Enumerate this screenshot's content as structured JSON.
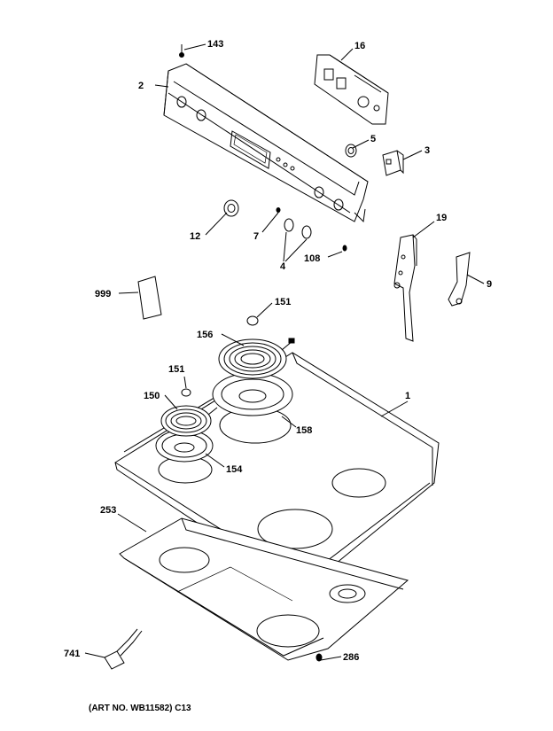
{
  "diagram": {
    "labels": {
      "p143": "143",
      "p16": "16",
      "p2": "2",
      "p5": "5",
      "p3": "3",
      "p12": "12",
      "p7": "7",
      "p4": "4",
      "p108": "108",
      "p19": "19",
      "p9": "9",
      "p999": "999",
      "p151a": "151",
      "p156": "156",
      "p151b": "151",
      "p150": "150",
      "p1": "1",
      "p158": "158",
      "p154": "154",
      "p253": "253",
      "p741": "741",
      "p286": "286"
    },
    "caption": "(ART NO. WB11582) C13"
  }
}
